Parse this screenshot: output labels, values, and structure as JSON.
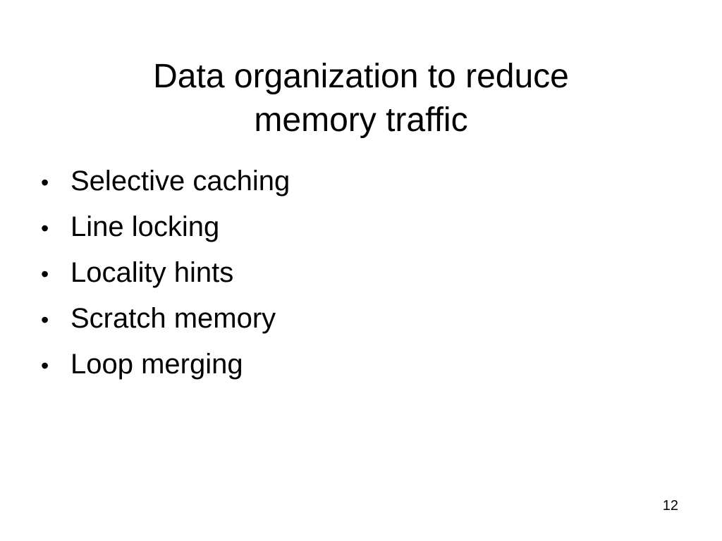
{
  "slide": {
    "title_lines": [
      "Data organization to reduce",
      "memory traffic"
    ],
    "bullet_symbol": "•",
    "bullets": [
      "Selective caching",
      "Line locking",
      "Locality hints",
      "Scratch memory",
      "Loop merging"
    ],
    "page_number": "12"
  }
}
